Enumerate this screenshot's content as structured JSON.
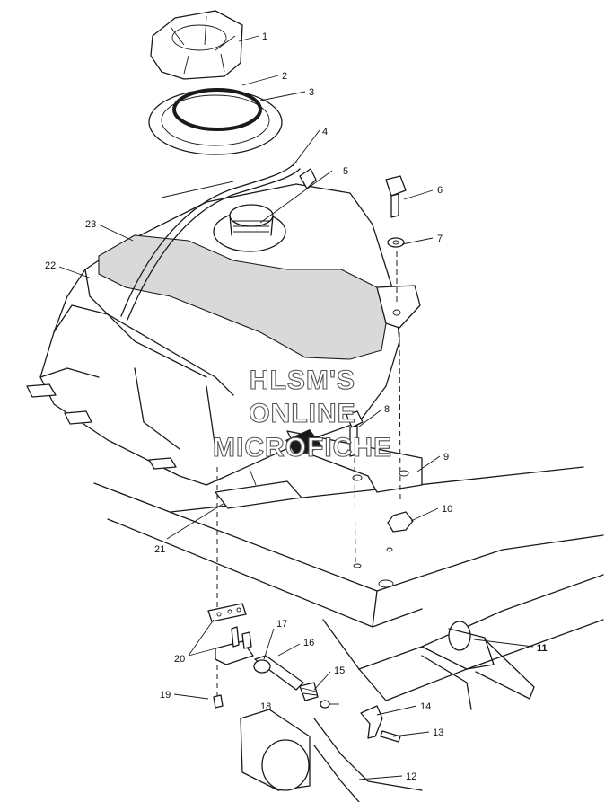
{
  "watermark": {
    "line1": "HLSM'S",
    "line2": "ONLINE",
    "line3": "MICROFICHE"
  },
  "callouts": [
    {
      "id": "1",
      "label": "1"
    },
    {
      "id": "2",
      "label": "2"
    },
    {
      "id": "3",
      "label": "3"
    },
    {
      "id": "4",
      "label": "4"
    },
    {
      "id": "5",
      "label": "5"
    },
    {
      "id": "6",
      "label": "6"
    },
    {
      "id": "7",
      "label": "7"
    },
    {
      "id": "8",
      "label": "8"
    },
    {
      "id": "9",
      "label": "9"
    },
    {
      "id": "10",
      "label": "10"
    },
    {
      "id": "11",
      "label": "11"
    },
    {
      "id": "12",
      "label": "12"
    },
    {
      "id": "13",
      "label": "13"
    },
    {
      "id": "14",
      "label": "14"
    },
    {
      "id": "15",
      "label": "15"
    },
    {
      "id": "16",
      "label": "16"
    },
    {
      "id": "17",
      "label": "17"
    },
    {
      "id": "18",
      "label": "18"
    },
    {
      "id": "19",
      "label": "19"
    },
    {
      "id": "20",
      "label": "20"
    },
    {
      "id": "21",
      "label": "21"
    },
    {
      "id": "22",
      "label": "22"
    },
    {
      "id": "23",
      "label": "23"
    }
  ]
}
